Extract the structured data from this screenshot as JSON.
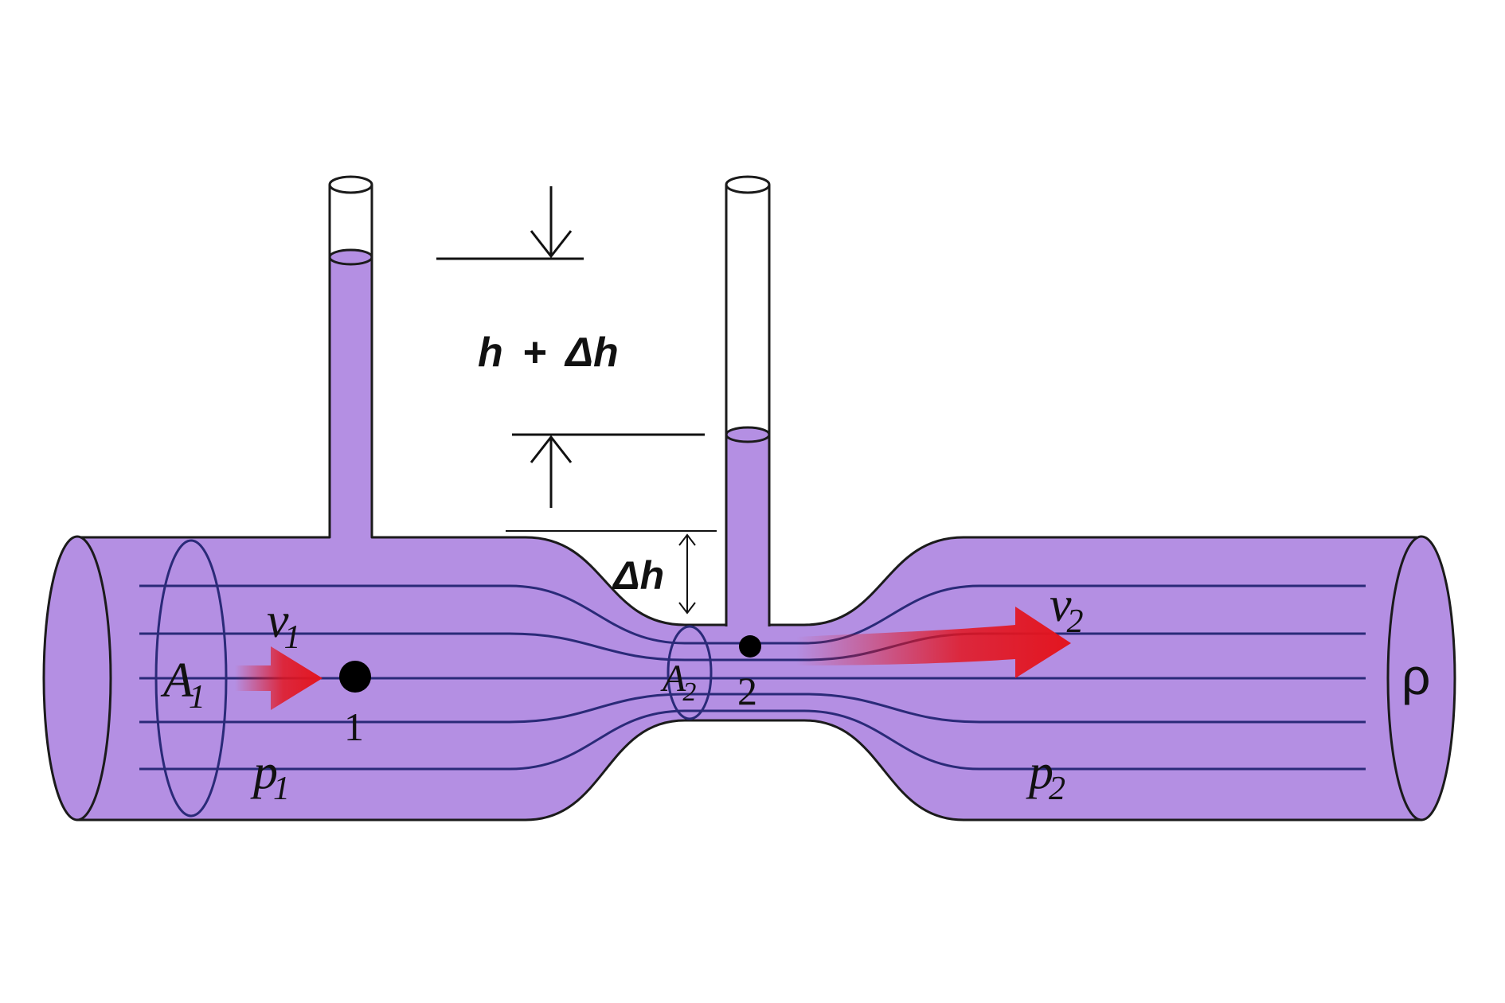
{
  "colors": {
    "fluid": "#B48FE3",
    "outline": "#1b1b1b",
    "streamline": "#2a2a78",
    "arrow": "#e3151f",
    "background": "#ffffff"
  },
  "labels": {
    "height_total": {
      "h": "h",
      "plus": "+",
      "dh": "Δh"
    },
    "delta_h": "Δh",
    "A1": {
      "main": "A",
      "sub": "1"
    },
    "A2": {
      "main": "A",
      "sub": "2"
    },
    "v1": {
      "main": "v",
      "sub": "1"
    },
    "v2": {
      "main": "v",
      "sub": "2"
    },
    "p1": {
      "main": "p",
      "sub": "1"
    },
    "p2": {
      "main": "p",
      "sub": "2"
    },
    "point1": "1",
    "point2": "2",
    "rho": "ρ"
  }
}
